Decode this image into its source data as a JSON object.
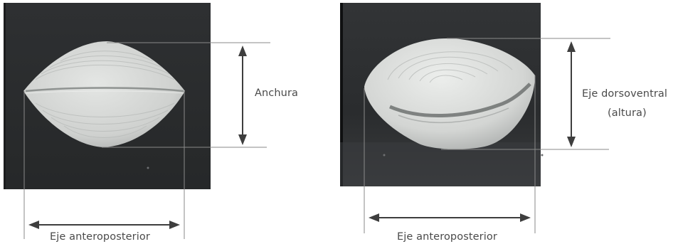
{
  "figure_left": {
    "width_label": "Anchura",
    "ap_axis_label": "Eje anteroposterior"
  },
  "figure_right": {
    "dv_axis_label_line1": "Eje dorsoventral",
    "dv_axis_label_line2": "(altura)",
    "ap_axis_label": "Eje anteroposterior"
  },
  "colors": {
    "photo_background": "#2b2d2f",
    "shell": "#d6d8d6",
    "guide_line": "#8a8a8a",
    "arrow": "#3e3e3e",
    "label_text": "#4a4a4a"
  }
}
